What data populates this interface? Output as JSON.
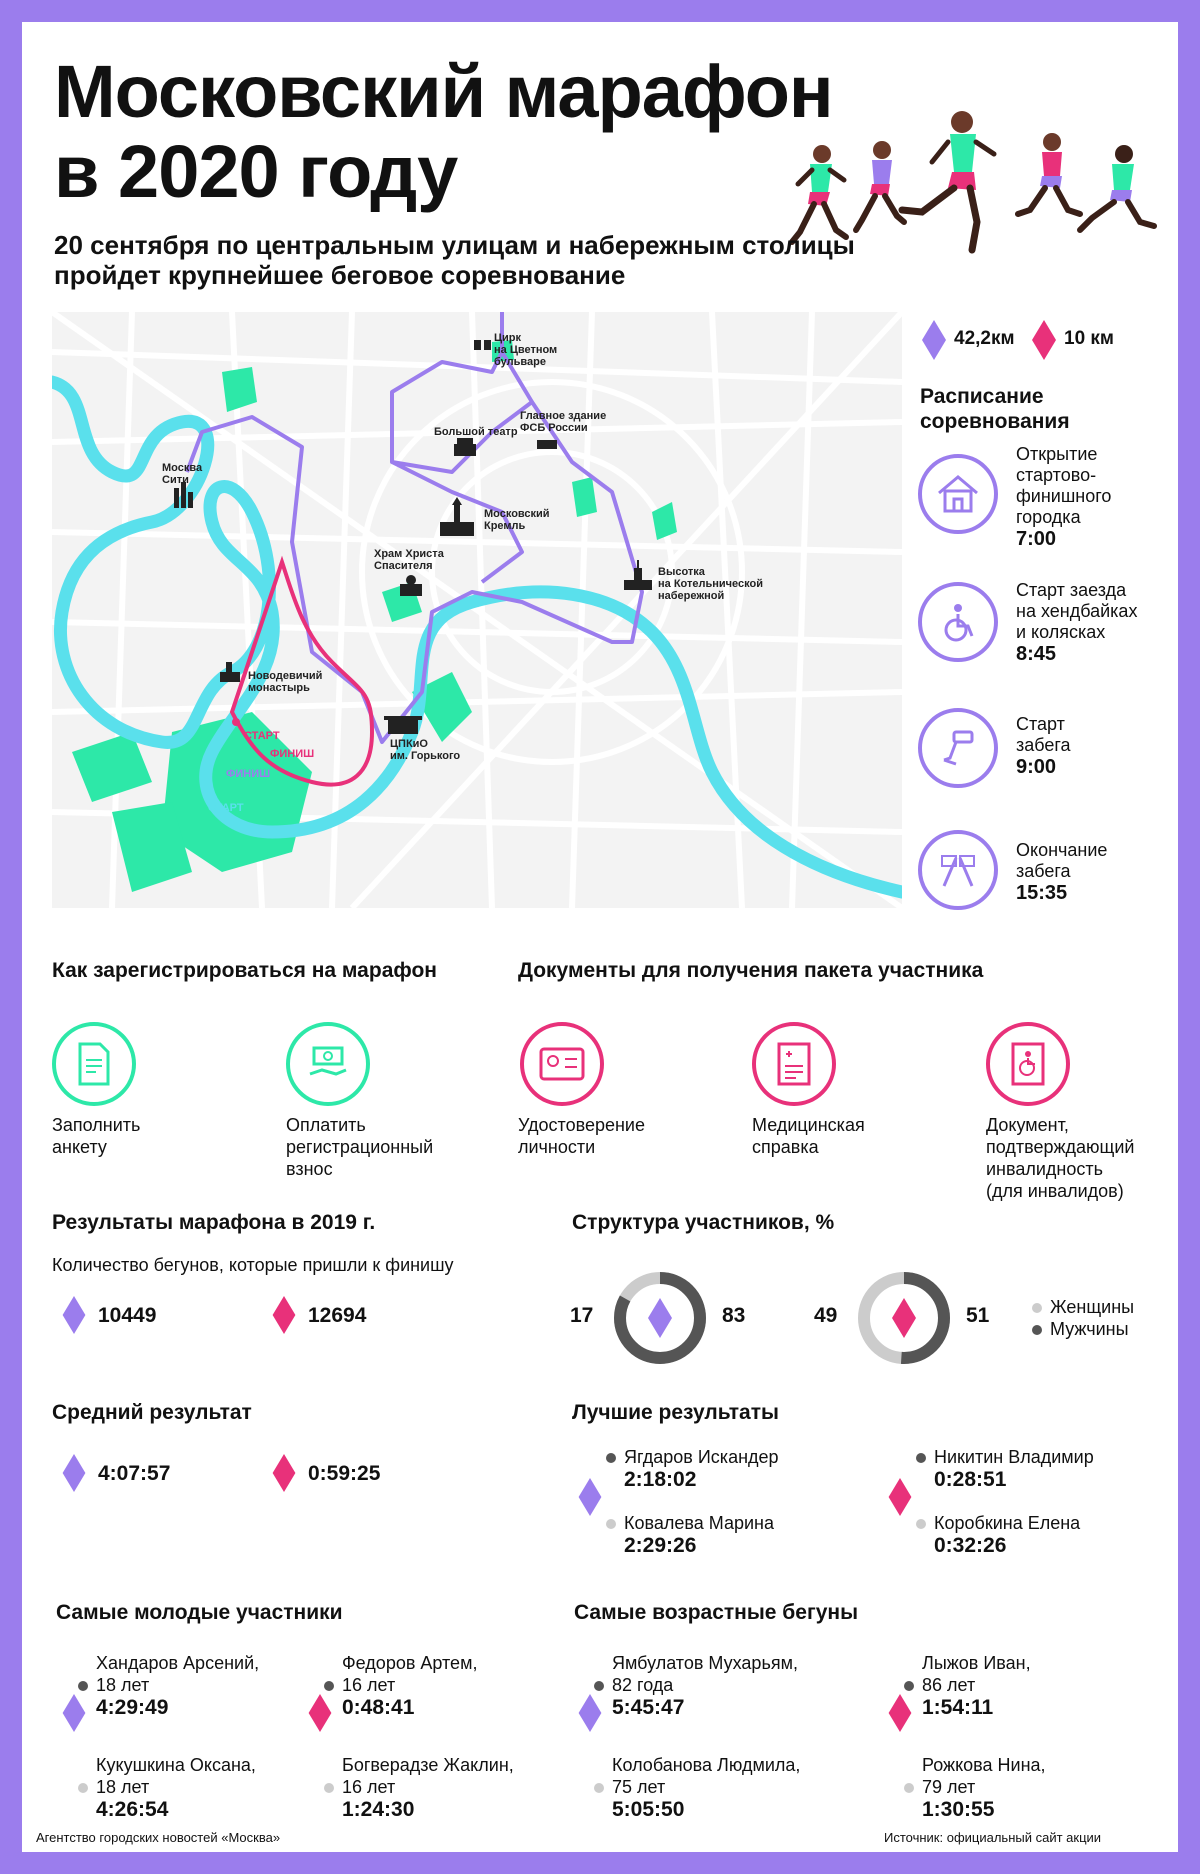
{
  "title_line1": "Московский марафон",
  "title_line2": "в 2020 году",
  "subtitle_line1": "20 сентября по центральным улицам и набережным столицы",
  "subtitle_line2": "пройдет крупнейшее беговое соревнование",
  "colors": {
    "frame": "#9b7ded",
    "purple": "#9b7ded",
    "pink": "#e8317a",
    "green": "#2de8a8",
    "river": "#5ae0ec",
    "dark": "#555555",
    "light": "#cccccc"
  },
  "legend": {
    "marathon": "42,2км",
    "ten_km": "10 км"
  },
  "map_labels": {
    "circus_1": "Цирк",
    "circus_2": "на Цветном",
    "circus_3": "бульваре",
    "fsb_1": "Главное здание",
    "fsb_2": "ФСБ России",
    "bolshoi": "Большой театр",
    "city_1": "Москва",
    "city_2": "Сити",
    "kremlin_1": "Московский",
    "kremlin_2": "Кремль",
    "christ_1": "Храм Христа",
    "christ_2": "Спасителя",
    "kotel_1": "Высотка",
    "kotel_2": "на Котельнической",
    "kotel_3": "набережной",
    "novodev_1": "Новодевичий",
    "novodev_2": "монастырь",
    "park_1": "ЦПКиО",
    "park_2": "им. Горького",
    "start": "СТАРТ",
    "finish": "ФИНИШ"
  },
  "schedule": {
    "title_1": "Расписание",
    "title_2": "соревнования",
    "items": [
      {
        "icon": "house-icon",
        "lines": [
          "Открытие",
          "стартово-",
          "финишного",
          "городка"
        ],
        "time": "7:00"
      },
      {
        "icon": "wheelchair-icon",
        "lines": [
          "Старт заезда",
          "на хендбайках",
          "и колясках"
        ],
        "time": "8:45"
      },
      {
        "icon": "starting-pistol-icon",
        "lines": [
          "Старт",
          "забега"
        ],
        "time": "9:00"
      },
      {
        "icon": "checkered-flags-icon",
        "lines": [
          "Окончание",
          "забега"
        ],
        "time": "15:35"
      }
    ]
  },
  "registration": {
    "title": "Как зарегистрироваться на марафон",
    "steps": [
      {
        "icon": "form-icon",
        "lines": [
          "Заполнить",
          "анкету"
        ]
      },
      {
        "icon": "payment-icon",
        "lines": [
          "Оплатить",
          "регистрационный",
          "взнос"
        ]
      }
    ]
  },
  "documents": {
    "title": "Документы для получения пакета участника",
    "items": [
      {
        "icon": "id-card-icon",
        "lines": [
          "Удостоверение",
          "личности"
        ]
      },
      {
        "icon": "medical-certificate-icon",
        "lines": [
          "Медицинская",
          "справка"
        ]
      },
      {
        "icon": "disability-document-icon",
        "lines": [
          "Документ,",
          "подтверждающий",
          "инвалидность",
          "(для инвалидов)"
        ]
      }
    ]
  },
  "results": {
    "title": "Результаты марафона в 2019 г.",
    "finishers_label": "Количество бегунов, которые пришли к финишу",
    "finishers_marathon": "10449",
    "finishers_10k": "12694"
  },
  "structure": {
    "title": "Структура участников, %",
    "marathon": {
      "women": 17,
      "men": 83
    },
    "ten_km": {
      "women": 49,
      "men": 51
    },
    "legend_women": "Женщины",
    "legend_men": "Мужчины"
  },
  "average": {
    "title": "Средний результат",
    "marathon": "4:07:57",
    "ten_km": "0:59:25"
  },
  "best": {
    "title": "Лучшие результаты",
    "marathon": [
      {
        "name": "Ягдаров Искандер",
        "time": "2:18:02"
      },
      {
        "name": "Ковалева Марина",
        "time": "2:29:26"
      }
    ],
    "ten_km": [
      {
        "name": "Никитин Владимир",
        "time": "0:28:51"
      },
      {
        "name": "Коробкина Елена",
        "time": "0:32:26"
      }
    ]
  },
  "youngest": {
    "title": "Самые молодые участники",
    "marathon": [
      {
        "name": "Хандаров Арсений,",
        "age": "18 лет",
        "time": "4:29:49"
      },
      {
        "name": "Кукушкина Оксана,",
        "age": "18 лет",
        "time": "4:26:54"
      }
    ],
    "ten_km": [
      {
        "name": "Федоров Артем,",
        "age": "16 лет",
        "time": "0:48:41"
      },
      {
        "name": "Богверадзе Жаклин,",
        "age": "16 лет",
        "time": "1:24:30"
      }
    ]
  },
  "oldest": {
    "title": "Самые возрастные бегуны",
    "marathon": [
      {
        "name": "Ямбулатов Мухарьям,",
        "age": "82 года",
        "time": "5:45:47"
      },
      {
        "name": "Колобанова Людмила,",
        "age": "75 лет",
        "time": "5:05:50"
      }
    ],
    "ten_km": [
      {
        "name": "Лыжов Иван,",
        "age": "86 лет",
        "time": "1:54:11"
      },
      {
        "name": "Рожкова Нина,",
        "age": "79 лет",
        "time": "1:30:55"
      }
    ]
  },
  "footer": {
    "agency": "Агентство городских новостей «Москва»",
    "source": "Источник: официальный сайт акции"
  }
}
